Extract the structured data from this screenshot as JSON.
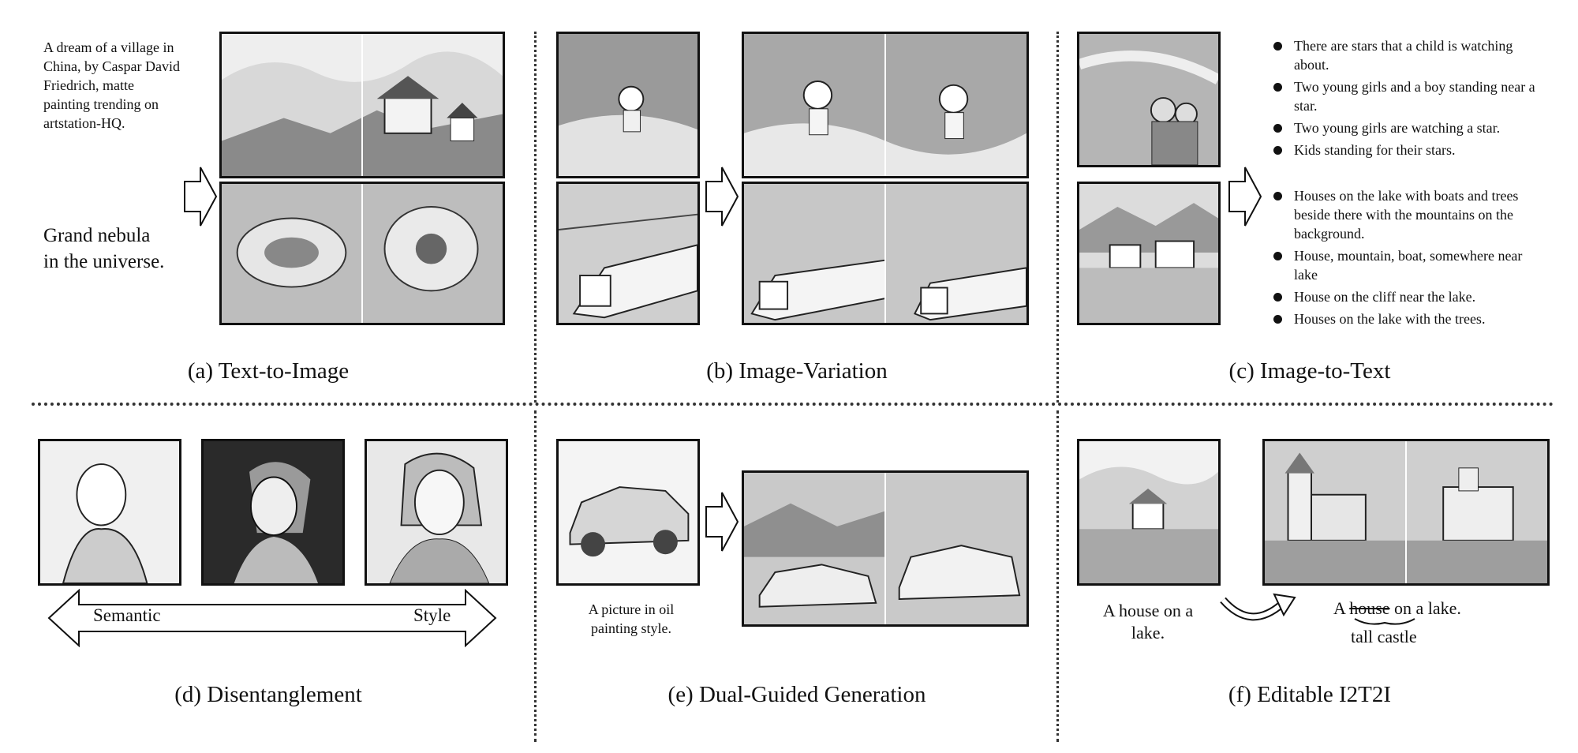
{
  "panels": {
    "a": {
      "caption": "(a) Text-to-Image",
      "prompt1": "A dream of a village in China, by Caspar David Friedrich, matte painting trending on artstation-HQ.",
      "prompt2": "Grand nebula in the universe."
    },
    "b": {
      "caption": "(b) Image-Variation"
    },
    "c": {
      "caption": "(c) Image-to-Text",
      "captions_top": [
        "There are stars that a child is watching about.",
        "Two young girls and a boy standing near a star.",
        "Two young girls are watching a star.",
        "Kids standing for their stars."
      ],
      "captions_bottom": [
        "Houses on the lake with boats and trees beside there with the mountains on the background.",
        "House, mountain, boat, somewhere near lake",
        "House on the cliff near the lake.",
        "Houses on the lake with the trees."
      ]
    },
    "d": {
      "caption": "(d) Disentanglement",
      "left_label": "Semantic",
      "right_label": "Style"
    },
    "e": {
      "caption": "(e) Dual-Guided Generation",
      "prompt": "A picture in oil painting style."
    },
    "f": {
      "caption": "(f) Editable I2T2I",
      "input_text": "A house on a lake.",
      "edit_prefix": "A",
      "edit_struck": "house",
      "edit_suffix": "on a lake.",
      "edit_replacement": "tall castle"
    }
  }
}
